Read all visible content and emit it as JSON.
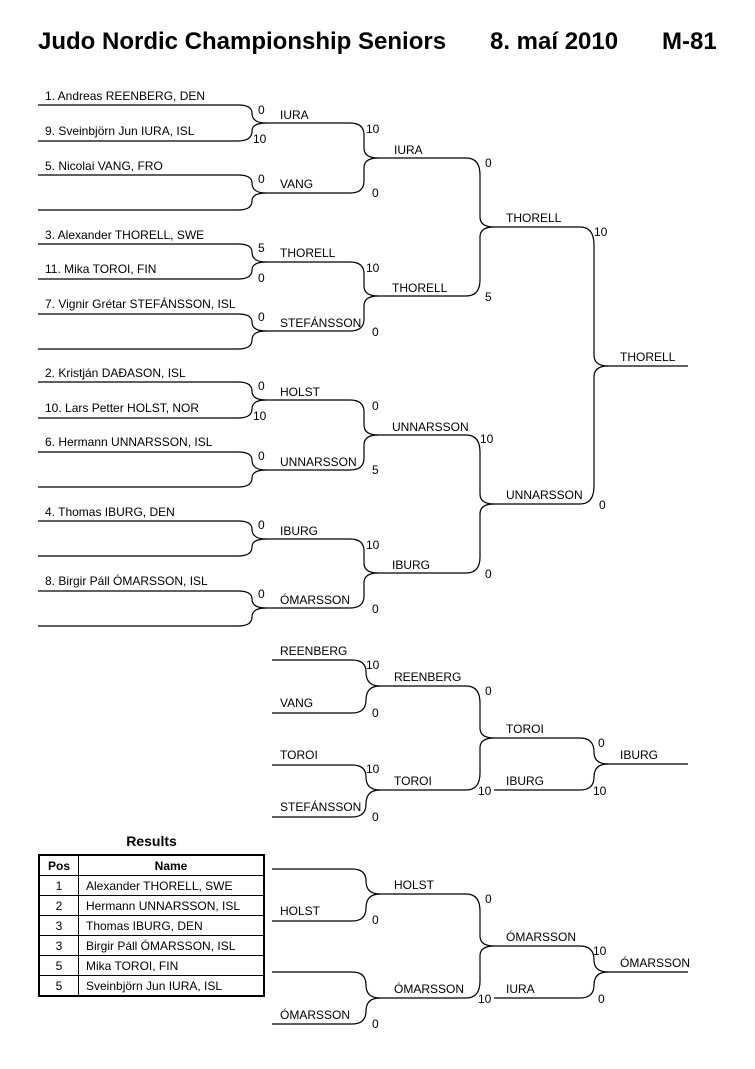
{
  "header": {
    "title": "Judo Nordic Championship Seniors",
    "date": "8. maí 2010",
    "category": "M-81"
  },
  "bracket": {
    "entries": [
      "1. Andreas REENBERG, DEN",
      "9. Sveinbjörn Jun IURA, ISL",
      "5. Nicolai VANG, FRO",
      "3. Alexander THORELL, SWE",
      "11. Mika TOROI, FIN",
      "7. Vignir Grétar STEFÁNSSON, ISL",
      "2. Kristján DAÐASON, ISL",
      "10. Lars Petter HOLST, NOR",
      "6. Hermann UNNARSSON, ISL",
      "4. Thomas IBURG, DEN",
      "8. Birgir Páll  ÓMARSSON, ISL"
    ],
    "round1": [
      {
        "winner": "IURA",
        "scores": [
          "0",
          "10"
        ]
      },
      {
        "winner": "VANG",
        "scores": [
          "0",
          ""
        ]
      },
      {
        "winner": "THORELL",
        "scores": [
          "5",
          "0"
        ]
      },
      {
        "winner": "STEFÁNSSON",
        "scores": [
          "0",
          ""
        ]
      },
      {
        "winner": "HOLST",
        "scores": [
          "0",
          "10"
        ]
      },
      {
        "winner": "UNNARSSON",
        "scores": [
          "0",
          ""
        ]
      },
      {
        "winner": "IBURG",
        "scores": [
          "0",
          ""
        ]
      },
      {
        "winner": "ÓMARSSON",
        "scores": [
          "0",
          ""
        ]
      }
    ],
    "quarterfinals": [
      {
        "winner": "IURA",
        "scores": [
          "10",
          "0"
        ]
      },
      {
        "winner": "THORELL",
        "scores": [
          "10",
          "0"
        ]
      },
      {
        "winner": "UNNARSSON",
        "scores": [
          "0",
          "5"
        ]
      },
      {
        "winner": "IBURG",
        "scores": [
          "10",
          "0"
        ]
      }
    ],
    "semifinals": [
      {
        "winner": "THORELL",
        "scores": [
          "0",
          "5"
        ]
      },
      {
        "winner": "UNNARSSON",
        "scores": [
          "10",
          "0"
        ]
      }
    ],
    "final": {
      "winner": "THORELL",
      "scores": [
        "10",
        "0"
      ]
    }
  },
  "repechage_a": {
    "entries": [
      "REENBERG",
      "VANG",
      "TOROI",
      "STEFÁNSSON"
    ],
    "round1": [
      {
        "winner": "REENBERG",
        "scores": [
          "10",
          "0"
        ]
      },
      {
        "winner": "TOROI",
        "scores": [
          "10",
          "0"
        ]
      }
    ],
    "round2": {
      "winner": "TOROI",
      "scores": [
        "0",
        "10"
      ]
    },
    "bronze": {
      "opponent": "IBURG",
      "winner": "IBURG",
      "scores": [
        "0",
        "10"
      ]
    }
  },
  "repechage_b": {
    "entries": [
      "HOLST",
      "ÓMARSSON"
    ],
    "round1": [
      {
        "winner": "HOLST",
        "scores": [
          "0"
        ]
      },
      {
        "winner": "ÓMARSSON",
        "scores": [
          "0"
        ]
      }
    ],
    "round2": {
      "winner": "ÓMARSSON",
      "scores": [
        "0",
        "10"
      ]
    },
    "bronze": {
      "opponent": "IURA",
      "winner": "ÓMARSSON",
      "scores": [
        "10",
        "0"
      ]
    }
  },
  "results": {
    "title": "Results",
    "headers": [
      "Pos",
      "Name"
    ],
    "rows": [
      {
        "pos": "1",
        "name": "Alexander THORELL, SWE"
      },
      {
        "pos": "2",
        "name": "Hermann UNNARSSON, ISL"
      },
      {
        "pos": "3",
        "name": "Thomas IBURG, DEN"
      },
      {
        "pos": "3",
        "name": "Birgir Páll  ÓMARSSON, ISL"
      },
      {
        "pos": "5",
        "name": "Mika TOROI, FIN"
      },
      {
        "pos": "5",
        "name": "Sveinbjörn Jun IURA, ISL"
      }
    ]
  }
}
